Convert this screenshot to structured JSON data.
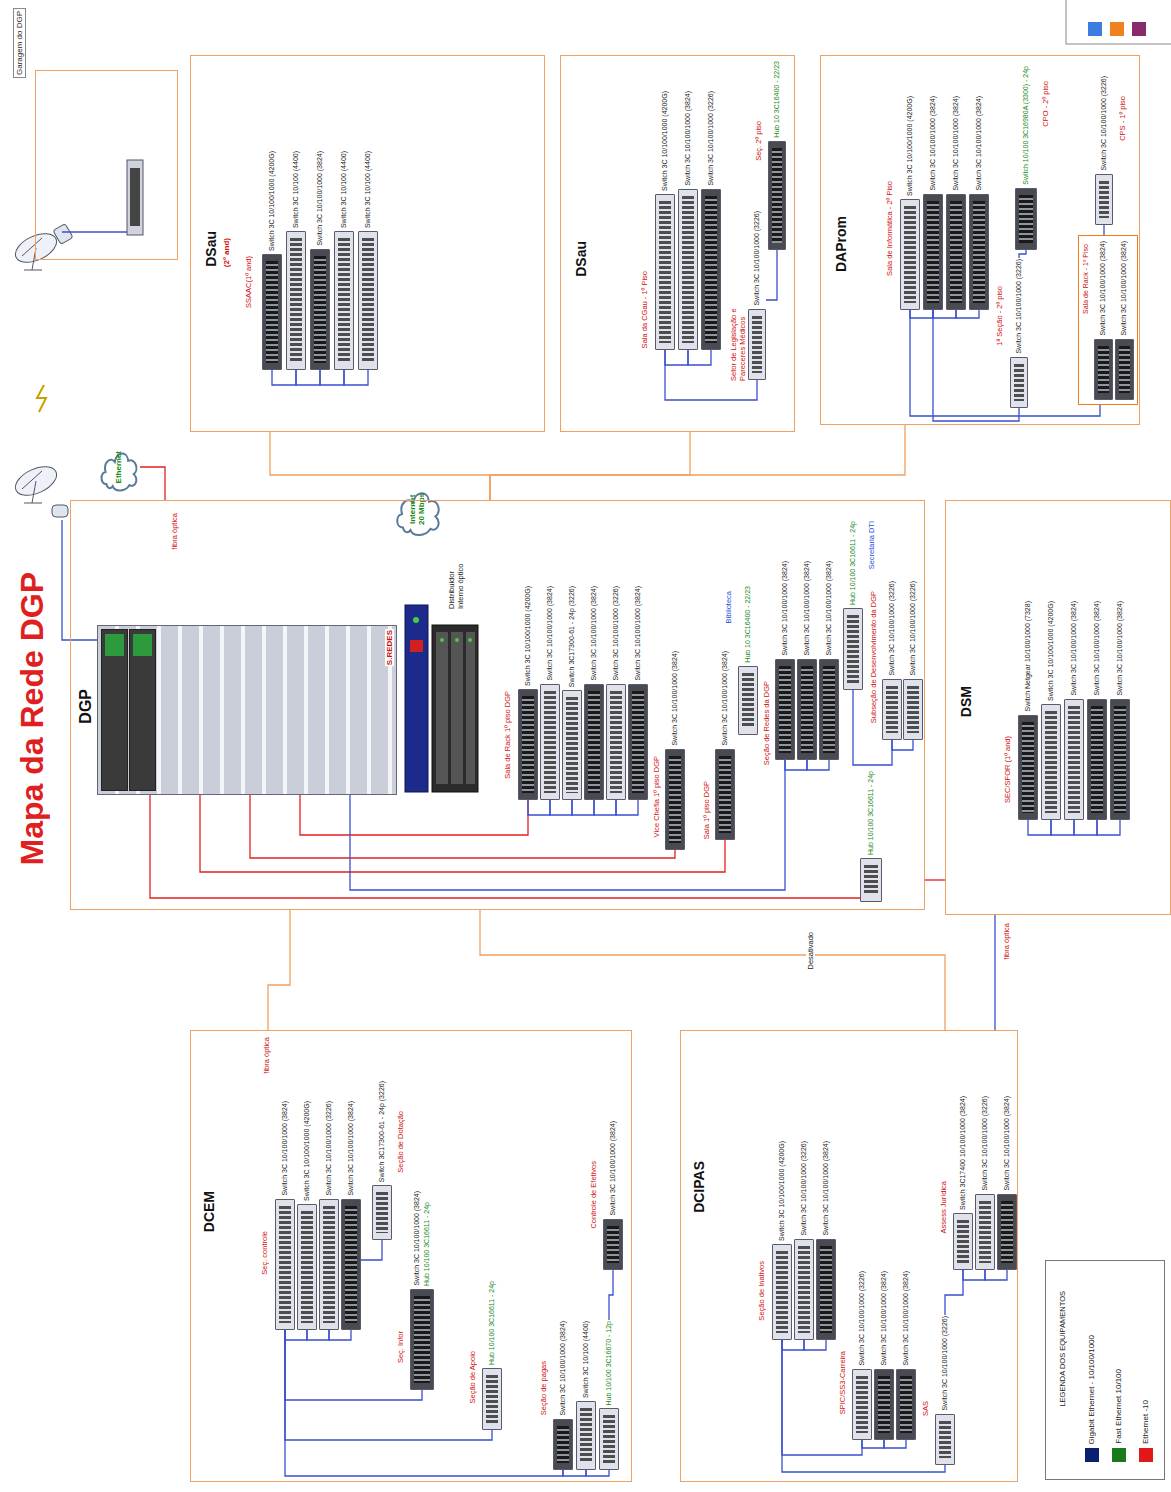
{
  "diagram": {
    "title": "Mapa da Rede DGP",
    "nodes": [
      {
        "text": [
          "Garagem do DGP"
        ]
      },
      {
        "text": [
          "DSau",
          "(2º and)"
        ]
      },
      {
        "text": [
          "Switch 3C 10/100/1000 (4200G)"
        ],
        "in": 1
      },
      {
        "text": [
          "Switch 3C 10/100 (4400)"
        ],
        "in": 1
      },
      {
        "text": [
          "Switch 3C 10/100/1000 (3824)"
        ],
        "in": 1
      },
      {
        "text": [
          "Switch 3C 10/100 (4400)"
        ],
        "in": 1
      },
      {
        "text": [
          "Switch 3C 10/100 (4400)"
        ],
        "in": 1
      },
      {
        "text": [
          "DSau"
        ]
      },
      {
        "text": [
          "Switch 3C 10/100/1000 (4200G)"
        ],
        "in": 7
      },
      {
        "text": [
          "Switch 3C 10/100/1000 (3824)"
        ],
        "in": 7
      },
      {
        "text": [
          "Switch 3C 10/100/1000 (3226)"
        ],
        "in": 7
      },
      {
        "text": [
          "Switch 3C 10/100/1000 (3226)"
        ],
        "in": 7
      },
      {
        "text": [
          "Hub 10 3C16400 - 22/23"
        ],
        "in": 7
      },
      {
        "text": [
          "DAProm"
        ]
      },
      {
        "text": [
          "Switch 3C 10/100/1000 (4200G)"
        ],
        "in": 13
      },
      {
        "text": [
          "Switch 3C 10/100/1000 (3824)"
        ],
        "in": 13
      },
      {
        "text": [
          "Switch 3C 10/100/1000 (3824)"
        ],
        "in": 13
      },
      {
        "text": [
          "Switch 3C 10/100/1000 (3824)"
        ],
        "in": 13
      },
      {
        "text": [
          "Switch 10/100 3C16980A (3300) - 24p"
        ],
        "in": 13
      },
      {
        "text": [
          "Switch 3C 10/100/1000 (3226)"
        ],
        "in": 13
      },
      {
        "text": [
          "Switch 3C 10/100/1000 (3226)"
        ],
        "in": 13
      },
      {
        "text": [
          "Sala de Rack - 1º Piso"
        ],
        "in": 13
      },
      {
        "text": [
          "Switch 3C 10/100/1000 (3824)"
        ],
        "in": 21
      },
      {
        "text": [
          "Switch 3C 10/100/1000 (3824)"
        ],
        "in": 21
      },
      {
        "text": [
          "Ethernet"
        ]
      },
      {
        "text": [
          "Internet 20 Mbps"
        ]
      },
      {
        "text": [
          "DGP"
        ]
      },
      {
        "text": [
          "S.REDES"
        ],
        "in": 26
      },
      {
        "text": [
          "Switch 3C 10/100/1000 (4200G)"
        ],
        "in": 26
      },
      {
        "text": [
          "Switch 3C 10/100/1000 (3824)"
        ],
        "in": 26
      },
      {
        "text": [
          "Switch 3C17300-61 - 24p (3226)"
        ],
        "in": 26
      },
      {
        "text": [
          "Switch 3C 10/100/1000 (3824)"
        ],
        "in": 26
      },
      {
        "text": [
          "Switch 3C 10/100/1000 (3226)"
        ],
        "in": 26
      },
      {
        "text": [
          "Switch 3C 10/100/1000 (3824)"
        ],
        "in": 26
      },
      {
        "text": [
          "Switch 3C 10/100/1000 (3824)"
        ],
        "in": 26
      },
      {
        "text": [
          "Switch 3C 10/100/1000 (3824)"
        ],
        "in": 26
      },
      {
        "text": [
          "Hub 10 3C16400 - 22/23"
        ],
        "in": 26
      },
      {
        "text": [
          "Switch 3C 10/100/1000 (3824)"
        ],
        "in": 26
      },
      {
        "text": [
          "Switch 3C 10/100/1000 (3824)"
        ],
        "in": 26
      },
      {
        "text": [
          "Switch 3C 10/100/1000 (3824)"
        ],
        "in": 26
      },
      {
        "text": [
          "Hub 10/100 3C16611 - 24p"
        ],
        "in": 26
      },
      {
        "text": [
          "Switch 3C 10/100/1000 (3226)"
        ],
        "in": 26
      },
      {
        "text": [
          "Switch 3C 10/100/1000 (3226)"
        ],
        "in": 26
      },
      {
        "text": [
          "Hub 10/100 3C16611 - 24p"
        ],
        "in": 26
      },
      {
        "text": [
          "DSM"
        ]
      },
      {
        "text": [
          "Switch Netgear 10/100/1000 (7328)"
        ],
        "in": 44
      },
      {
        "text": [
          "Switch 3C 10/100/1000 (4200G)"
        ],
        "in": 44
      },
      {
        "text": [
          "Switch 3C 10/100/1000 (3824)"
        ],
        "in": 44
      },
      {
        "text": [
          "Switch 3C 10/100/1000 (3824)"
        ],
        "in": 44
      },
      {
        "text": [
          "Switch 3C 10/100/1000 (3824)"
        ],
        "in": 44
      },
      {
        "text": [
          "DCEM"
        ]
      },
      {
        "text": [
          "Switch 3C 10/100/1000 (3824)"
        ],
        "in": 50
      },
      {
        "text": [
          "Switch 3C 10/100/1000 (4200G)"
        ],
        "in": 50
      },
      {
        "text": [
          "Switch 3C 10/100/1000 (3226)"
        ],
        "in": 50
      },
      {
        "text": [
          "Switch 3C 10/100/1000 (3824)"
        ],
        "in": 50
      },
      {
        "text": [
          "Switch 3C17300-61 - 24p (3226)"
        ],
        "in": 50
      },
      {
        "text": [
          "Switch 3C 10/100/1000 (3824)",
          "Hub 10/100 3C16611 - 24p"
        ],
        "in": 50
      },
      {
        "text": [
          "Hub 10/100 3C16611 - 24p"
        ],
        "in": 50
      },
      {
        "text": [
          "Switch 3C 10/100/1000 (3824)"
        ],
        "in": 50
      },
      {
        "text": [
          "Switch 3C 10/100 (4400)"
        ],
        "in": 50
      },
      {
        "text": [
          "Hub 10/100 3C16670 - 12p"
        ],
        "in": 50
      },
      {
        "text": [
          "Switch 3C 10/100/1000 (3824)"
        ],
        "in": 50
      },
      {
        "text": [
          "DCIPAS"
        ]
      },
      {
        "text": [
          "Switch 3C 10/100/1000 (4200G)"
        ],
        "in": 62
      },
      {
        "text": [
          "Switch 3C 10/100/1000 (3226)"
        ],
        "in": 62
      },
      {
        "text": [
          "Switch 3C 10/100/1000 (3824)"
        ],
        "in": 62
      },
      {
        "text": [
          "Switch 3C 10/100/1000 (3226)"
        ],
        "in": 62
      },
      {
        "text": [
          "Switch 3C 10/100/1000 (3824)"
        ],
        "in": 62
      },
      {
        "text": [
          "Switch 3C 10/100/1000 (3824)"
        ],
        "in": 62
      },
      {
        "text": [
          "Switch 3C 10/100/1000 (3226)"
        ],
        "in": 62
      },
      {
        "text": [
          "Switch 3C17400 10/100/1000 (3824)"
        ],
        "in": 62
      },
      {
        "text": [
          "Switch 3C 10/100/1000 (3226)"
        ],
        "in": 62
      },
      {
        "text": [
          "Switch 3C 10/100/1000 (3824)"
        ],
        "in": 62
      }
    ],
    "edges": [
      {
        "from": 26,
        "to": 1,
        "arrow": "none"
      },
      {
        "from": 26,
        "to": 7,
        "arrow": "none"
      },
      {
        "from": 26,
        "to": 13,
        "arrow": "none"
      },
      {
        "from": 26,
        "to": 50,
        "arrow": "none"
      },
      {
        "from": 26,
        "to": 62,
        "label": "Desativado",
        "arrow": "none"
      },
      {
        "from": 26,
        "to": 44,
        "arrow": "none"
      },
      {
        "from": 44,
        "to": 62,
        "arrow": "none"
      },
      {
        "from": 24,
        "to": 26,
        "arrow": "none"
      },
      {
        "from": 2,
        "to": 3,
        "arrow": "none"
      },
      {
        "from": 3,
        "to": 4,
        "arrow": "none"
      },
      {
        "from": 4,
        "to": 5,
        "arrow": "none"
      },
      {
        "from": 5,
        "to": 6,
        "arrow": "none"
      },
      {
        "from": 8,
        "to": 9,
        "arrow": "none"
      },
      {
        "from": 9,
        "to": 10,
        "arrow": "none"
      },
      {
        "from": 8,
        "to": 11,
        "arrow": "none"
      },
      {
        "from": 11,
        "to": 12,
        "arrow": "none"
      },
      {
        "from": 14,
        "to": 21,
        "arrow": "none"
      },
      {
        "from": 15,
        "to": 19,
        "arrow": "none"
      },
      {
        "from": 18,
        "to": 19,
        "arrow": "none"
      },
      {
        "from": 20,
        "to": 21,
        "arrow": "none"
      },
      {
        "from": 14,
        "to": 15,
        "arrow": "none"
      },
      {
        "from": 15,
        "to": 16,
        "arrow": "none"
      },
      {
        "from": 16,
        "to": 17,
        "arrow": "none"
      },
      {
        "from": 27,
        "to": 28,
        "arrow": "none"
      },
      {
        "from": 27,
        "to": 34,
        "arrow": "none"
      },
      {
        "from": 27,
        "to": 35,
        "arrow": "none"
      },
      {
        "from": 27,
        "to": 37,
        "arrow": "none"
      },
      {
        "from": 27,
        "to": 43,
        "arrow": "none"
      },
      {
        "from": 37,
        "to": 38,
        "arrow": "none"
      },
      {
        "from": 38,
        "to": 39,
        "arrow": "none"
      },
      {
        "from": 41,
        "to": 42,
        "arrow": "none"
      },
      {
        "from": 28,
        "to": 29,
        "arrow": "none"
      },
      {
        "from": 29,
        "to": 30,
        "arrow": "none"
      },
      {
        "from": 30,
        "to": 31,
        "arrow": "none"
      },
      {
        "from": 31,
        "to": 32,
        "arrow": "none"
      },
      {
        "from": 32,
        "to": 33,
        "arrow": "none"
      },
      {
        "from": 40,
        "to": 41,
        "arrow": "none"
      },
      {
        "from": 45,
        "to": 46,
        "arrow": "none"
      },
      {
        "from": 46,
        "to": 47,
        "arrow": "none"
      },
      {
        "from": 47,
        "to": 48,
        "arrow": "none"
      },
      {
        "from": 48,
        "to": 49,
        "arrow": "none"
      },
      {
        "from": 51,
        "to": 52,
        "arrow": "none"
      },
      {
        "from": 52,
        "to": 53,
        "arrow": "none"
      },
      {
        "from": 53,
        "to": 54,
        "arrow": "none"
      },
      {
        "from": 51,
        "to": 56,
        "arrow": "none"
      },
      {
        "from": 51,
        "to": 57,
        "arrow": "none"
      },
      {
        "from": 51,
        "to": 58,
        "arrow": "none"
      },
      {
        "from": 55,
        "to": 54,
        "arrow": "none"
      },
      {
        "from": 58,
        "to": 59,
        "arrow": "none"
      },
      {
        "from": 59,
        "to": 60,
        "arrow": "none"
      },
      {
        "from": 61,
        "to": 60,
        "arrow": "none"
      },
      {
        "from": 63,
        "to": 64,
        "arrow": "none"
      },
      {
        "from": 64,
        "to": 65,
        "arrow": "none"
      },
      {
        "from": 63,
        "to": 66,
        "arrow": "none"
      },
      {
        "from": 66,
        "to": 67,
        "arrow": "none"
      },
      {
        "from": 67,
        "to": 68,
        "arrow": "none"
      },
      {
        "from": 63,
        "to": 69,
        "arrow": "none"
      },
      {
        "from": 70,
        "to": 71,
        "arrow": "none"
      },
      {
        "from": 71,
        "to": 72,
        "arrow": "none"
      },
      {
        "from": 70,
        "to": 69,
        "arrow": "none"
      }
    ],
    "labels": [
      "SSAAC(1º and)",
      "Sala da CGau - 1º Piso",
      "Setor de Legislação e Pareceres Médicos",
      "Seç. 2º piso",
      "Sala de Informática - 2º Piso",
      "CPO - 2º piso",
      "1ª Seção - 2º piso",
      "CPS - 1º piso",
      "Distribuidor Interno óptico",
      "fibra óptica",
      "fibra óptica",
      "fibra óptica",
      "Sala de Rack 1º piso DGP",
      "Vice Chefia 1º piso DGP",
      "Sala 1º piso DGP",
      "Biblioteca",
      "Seção de Redes da DGP",
      "Secretaria DTI",
      "Subseção de Desenvolvimento da DGP",
      "SEC/SFOR (1º and)",
      "Seç. controle",
      "Seção de Dotação",
      "Seç. Infor",
      "Seção de Apoio",
      "Seção de pagas",
      "Controle de Efetivos",
      "Seção de Inativos",
      "SPIC/SS3-Carreira",
      "SAS",
      "Assess Jurídica",
      "LEGENDA DOS EQUIPAMENTOS"
    ],
    "legend": [
      {
        "text": "Gigabit Ethernet - 10/100/1000",
        "color": "#0a1f6e"
      },
      {
        "text": "Fast Ethernet 10/100",
        "color": "#1a7a1a"
      },
      {
        "text": "Ethernet -10",
        "color": "#e01818"
      }
    ]
  }
}
